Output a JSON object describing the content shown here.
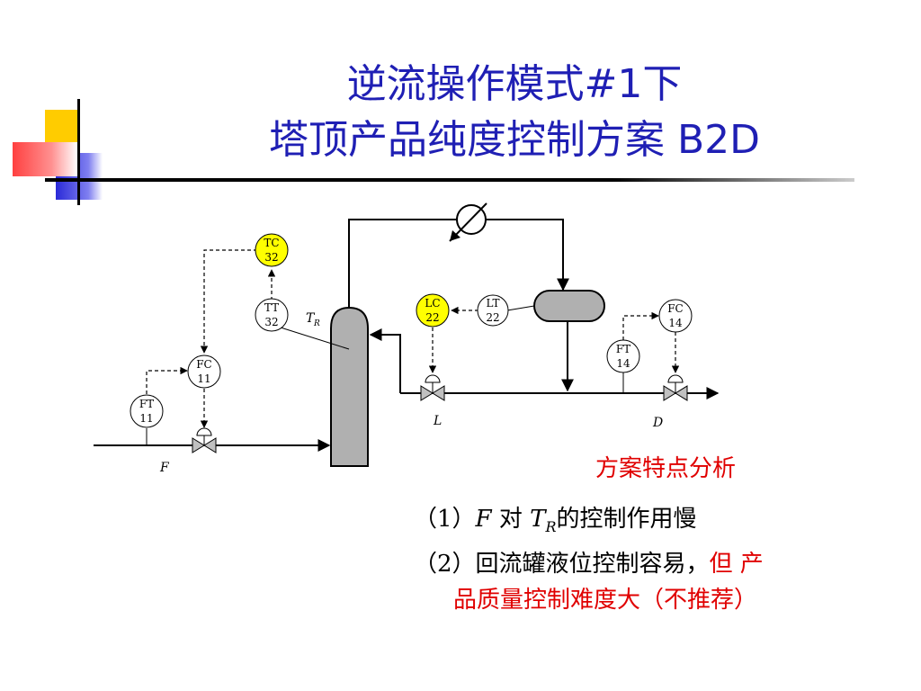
{
  "title": {
    "line1": "逆流操作模式#1下",
    "line2": "塔顶产品纯度控制方案 B2D"
  },
  "instruments": {
    "tc32": {
      "tag": "TC",
      "num": "32"
    },
    "tt32": {
      "tag": "TT",
      "num": "32"
    },
    "fc11": {
      "tag": "FC",
      "num": "11"
    },
    "ft11": {
      "tag": "FT",
      "num": "11"
    },
    "lc22": {
      "tag": "LC",
      "num": "22"
    },
    "lt22": {
      "tag": "LT",
      "num": "22"
    },
    "fc14": {
      "tag": "FC",
      "num": "14"
    },
    "ft14": {
      "tag": "FT",
      "num": "14"
    }
  },
  "stream_labels": {
    "feed": "F",
    "reflux": "L",
    "distillate": "D",
    "temp_main": "T",
    "temp_sub": "R"
  },
  "analysis": {
    "heading": "方案特点分析",
    "item1_prefix": "（1）",
    "item1_var": "F",
    "item1_mid": " 对 ",
    "item1_var2": "T",
    "item1_sub": "R",
    "item1_suffix": "的控制作用慢",
    "item2_prefix": "（2）回流罐液位控制容易，",
    "item2_red": "但 产",
    "item2_line2_red": "品质量控制难度大（不推荐）"
  },
  "colors": {
    "title": "#1f1fb4",
    "highlight_controller": "#ffff00",
    "emphasis_red": "#e00000",
    "column_fill": "#b0b0b0"
  }
}
